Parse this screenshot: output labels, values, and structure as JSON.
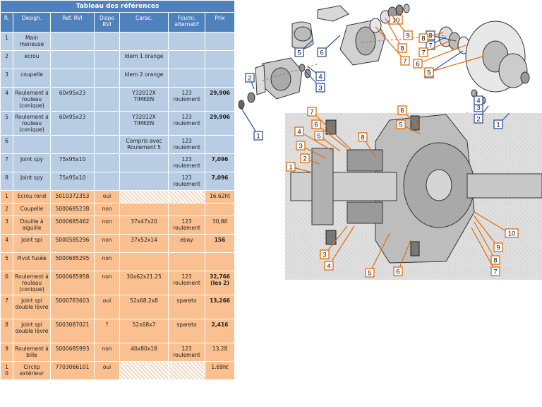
{
  "table": {
    "title": "Tableau des références",
    "headers": [
      "R.",
      "Design.",
      "Ref. RVI",
      "Dispo RVI",
      "Carac.",
      "Fourni. alternatif",
      "Prix"
    ],
    "blue_rows": [
      {
        "r": "1",
        "design": "Main meneuse",
        "ref": "",
        "dispo": "",
        "carac": "",
        "fourni": "",
        "prix": "",
        "bold": false
      },
      {
        "r": "2",
        "design": "ecrou",
        "ref": "",
        "dispo": "",
        "carac": "Idem 1 orange",
        "fourni": "",
        "prix": "",
        "bold": false
      },
      {
        "r": "3",
        "design": "coupelle",
        "ref": "",
        "dispo": "",
        "carac": "Idem 2 orange",
        "fourni": "",
        "prix": "",
        "bold": false
      },
      {
        "r": "4",
        "design": "Roulement à rouleau (conique)",
        "ref": "60x95x23",
        "dispo": "",
        "carac": "Y32012X TIMKEN",
        "fourni": "123 roulement",
        "prix": "29,906",
        "bold": true
      },
      {
        "r": "5",
        "design": "Roulement à rouleau (conique)",
        "ref": "60x95x23",
        "dispo": "",
        "carac": "Y32012X TIMKEN",
        "fourni": "123 roulement",
        "prix": "29,906",
        "bold": true
      },
      {
        "r": "6",
        "design": "",
        "ref": "",
        "dispo": "",
        "carac": "Compris avec Roulement 5",
        "fourni": "123 roulement",
        "prix": "",
        "bold": false
      },
      {
        "r": "7",
        "design": "Joint spy",
        "ref": "75x95x10",
        "dispo": "",
        "carac": "",
        "fourni": "123 roulement",
        "prix": "7,096",
        "bold": true
      },
      {
        "r": "8",
        "design": "Joint spy",
        "ref": "75x95x10",
        "dispo": "",
        "carac": "",
        "fourni": "123 roulement",
        "prix": "7,096",
        "bold": true
      }
    ],
    "orange_rows": [
      {
        "r": "1",
        "design": "Ecrou rond",
        "ref": "5010372353",
        "dispo": "oui",
        "carac": "",
        "fourni": "",
        "prix": "16.62ht",
        "bold": false,
        "hatch": true
      },
      {
        "r": "2",
        "design": "Coupelle",
        "ref": "5000685238",
        "dispo": "non",
        "carac": "",
        "fourni": "",
        "prix": "",
        "bold": false,
        "hatch": false
      },
      {
        "r": "3",
        "design": "Douille à aiguille",
        "ref": "5000685462",
        "dispo": "non",
        "carac": "37x47x20",
        "fourni": "123 roulement",
        "prix": "30,86",
        "bold": false,
        "hatch": false
      },
      {
        "r": "4",
        "design": "Joint spi",
        "ref": "5000585296",
        "dispo": "non",
        "carac": "37x52x14",
        "fourni": "ebay",
        "prix": "156",
        "bold": true,
        "hatch": false
      },
      {
        "r": "5",
        "design": "Pivot fusée",
        "ref": "5000685295",
        "dispo": "non",
        "carac": "",
        "fourni": "",
        "prix": "",
        "bold": false,
        "hatch": false
      },
      {
        "r": "6",
        "design": "Roulement à rouleau (conique)",
        "ref": "5000685958",
        "dispo": "non",
        "carac": "30x62x21.25",
        "fourni": "123 roulement",
        "prix": "32,766 (les 2)",
        "bold": true,
        "hatch": false
      },
      {
        "r": "7",
        "design": "Joint spi double lèvre",
        "ref": "5000783603",
        "dispo": "oui",
        "carac": "52x68,2x8",
        "fourni": "spareto",
        "prix": "13,266",
        "bold": true,
        "hatch": false
      },
      {
        "r": "8",
        "design": "Joint spi double lèvre",
        "ref": "5003087021",
        "dispo": "?",
        "carac": "52x68x7",
        "fourni": "spareto",
        "prix": "2,416",
        "bold": true,
        "hatch": false
      },
      {
        "r": "9",
        "design": "Roulement à bille",
        "ref": "5000685993",
        "dispo": "non",
        "carac": "40x80x18",
        "fourni": "123 roulement",
        "prix": "13,28",
        "bold": false,
        "hatch": false
      },
      {
        "r": "1\n0",
        "design": "Circlip extérieur",
        "ref": "7703066101",
        "dispo": "oui",
        "carac": "",
        "fourni": "",
        "prix": "1.69ht",
        "bold": false,
        "hatch": true
      }
    ]
  },
  "diagram": {
    "blue_callouts": [
      "1",
      "2",
      "3",
      "4",
      "5",
      "6",
      "7",
      "8"
    ],
    "orange_callouts": [
      "1",
      "2",
      "3",
      "4",
      "5",
      "6",
      "7",
      "8",
      "9",
      "10"
    ],
    "colors": {
      "blue": "#2f5597",
      "orange": "#e36c0a",
      "header": "#4f81bd",
      "blue_row": "#b8cce4",
      "orange_row": "#fac090"
    }
  }
}
